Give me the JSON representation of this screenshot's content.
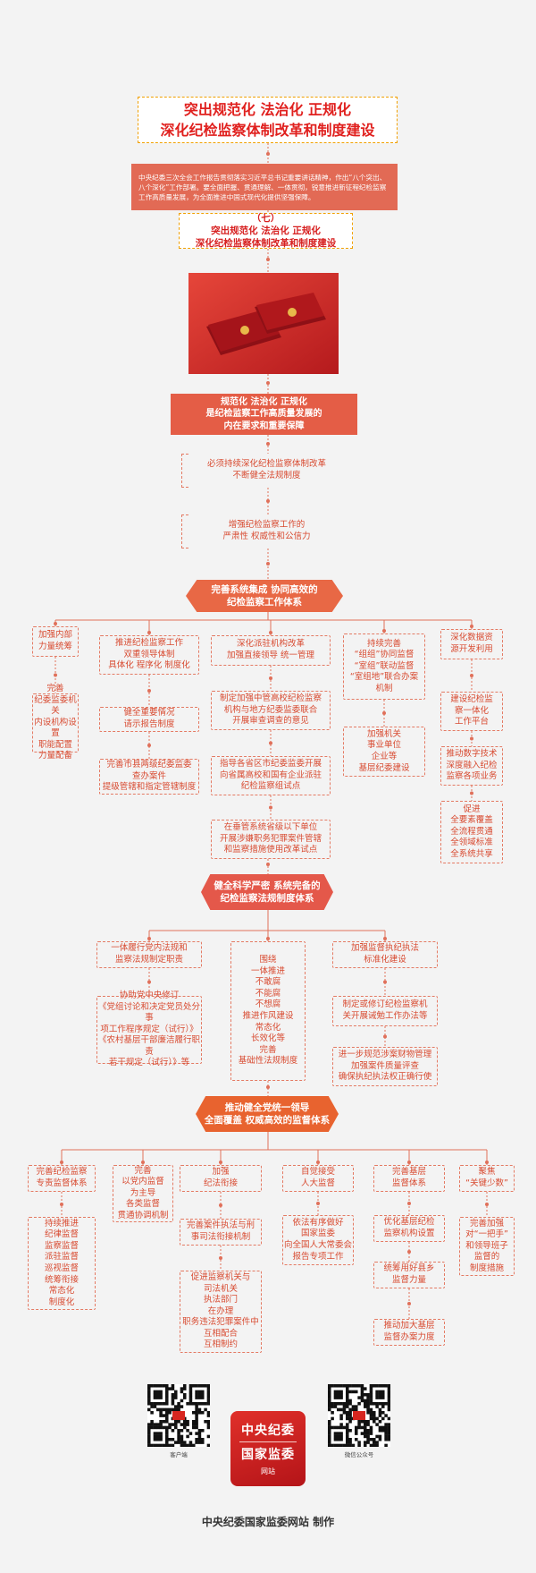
{
  "title": {
    "line1": "突出规范化 法治化 正规化",
    "line2": "深化纪检监察体制改革和制度建设"
  },
  "intro": "中央纪委三次全会工作报告贯彻落实习近平总书记重要讲话精神，作出“八个突出、八个深化”工作部署。要全面把握、贯通理解、一体贯彻，锐意推进新征程纪检监察工作高质量发展，为全面推进中国式现代化提供坚强保障。",
  "section": {
    "num": "（七）",
    "line1": "突出规范化 法治化 正规化",
    "line2": "深化纪检监察体制改革和制度建设"
  },
  "core": "规范化 法治化 正规化\n是纪检监察工作高质量发展的\n内在要求和重要保障",
  "brackets": [
    "必须持续深化纪检监察体制改革\n不断健全法规制度",
    "增强纪检监察工作的\n严肃性 权威性和公信力"
  ],
  "part1": {
    "header": "完善系统集成 协同高效的\n纪检监察工作体系",
    "columns": [
      {
        "head": "加强内部\n力量统筹",
        "items": [
          "完善\n纪委监委机关\n内设机构设置\n职能配置\n力量配备"
        ]
      },
      {
        "head": "推进纪检监察工作\n双重领导体制\n具体化 程序化 制度化",
        "items": [
          "健全重要情况\n请示报告制度",
          "完善市县两级纪委监委\n查办案件\n提级管辖和指定管辖制度"
        ]
      },
      {
        "head": "深化派驻机构改革\n加强直接领导 统一管理",
        "items": [
          "制定加强中管高校纪检监察\n机构与地方纪委监委联合\n开展审查调查的意见",
          "指导各省区市纪委监委开展\n向省属高校和国有企业派驻\n纪检监察组试点",
          "在垂管系统省级以下单位\n开展涉嫌职务犯罪案件管辖\n和监察措施使用改革试点"
        ]
      },
      {
        "head": "持续完善\n“组组”协同监督\n“室组”联动监督\n“室组地”联合办案\n机制",
        "items": [
          "加强机关\n事业单位\n企业等\n基层纪委建设"
        ]
      },
      {
        "head": "深化数据资\n源开发利用",
        "items": [
          "建设纪检监\n察一体化\n工作平台",
          "推动数字技术\n深度融入纪检\n监察各项业务",
          "促进\n全要素覆盖\n全流程贯通\n全领域标准\n全系统共享"
        ]
      }
    ]
  },
  "part2": {
    "header": "健全科学严密 系统完备的\n纪检监察法规制度体系",
    "columns": [
      {
        "head": "一体履行党内法规和\n监察法规制定职责",
        "items": [
          "协助党中央修订\n《党组讨论和决定党员处分事\n项工作程序规定（试行）》\n《农村基层干部廉洁履行职责\n若干规定（试行）》等"
        ]
      },
      {
        "head": "围绕\n一体推进\n不敢腐\n不能腐\n不想腐\n推进作风建设\n常态化\n长效化等\n完善\n基础性法规制度",
        "items": []
      },
      {
        "head": "加强监督执纪执法\n标准化建设",
        "items": [
          "制定或修订纪检监察机\n关开展诫勉工作办法等",
          "进一步规范涉案财物管理\n加强案件质量评查\n确保执纪执法权正确行使"
        ]
      }
    ]
  },
  "part3": {
    "header": "推动健全党统一领导\n全面覆盖 权威高效的监督体系",
    "columns": [
      {
        "head": "完善纪检监察\n专责监督体系",
        "items": [
          "持续推进\n纪律监督\n监察监督\n派驻监督\n巡视监督\n统筹衔接\n常态化\n制度化"
        ]
      },
      {
        "head": "完善\n以党内监督\n为主导\n各类监督\n贯通协调机制",
        "items": []
      },
      {
        "head": "加强\n纪法衔接",
        "items": [
          "完善案件执法与刑\n事司法衔接机制",
          "促进监察机关与\n司法机关\n执法部门\n在办理\n职务违法犯罪案件中\n互相配合\n互相制约"
        ]
      },
      {
        "head": "自觉接受\n人大监督",
        "items": [
          "依法有序做好\n国家监委\n向全国人大常委会\n报告专项工作"
        ]
      },
      {
        "head": "完善基层\n监督体系",
        "items": [
          "优化基层纪检\n监察机构设置",
          "统筹用好县乡\n监督力量",
          "推动加大基层\n监督办案力度"
        ]
      },
      {
        "head": "聚焦\n“关键少数”",
        "items": [
          "完善加强\n对“一把手”\n和领导班子\n监督的\n制度措施"
        ]
      }
    ]
  },
  "footer": {
    "qr_left": "客户端",
    "qr_right": "微信公众号",
    "logo_line1": "中央纪委",
    "logo_line2": "国家监委",
    "logo_line3": "网站",
    "credit": "中央纪委国家监委网站 制作"
  },
  "colors": {
    "accent": "#e05b45",
    "dashed": "#e47a63",
    "title_border": "#f0a000",
    "title_text": "#e0201e"
  }
}
